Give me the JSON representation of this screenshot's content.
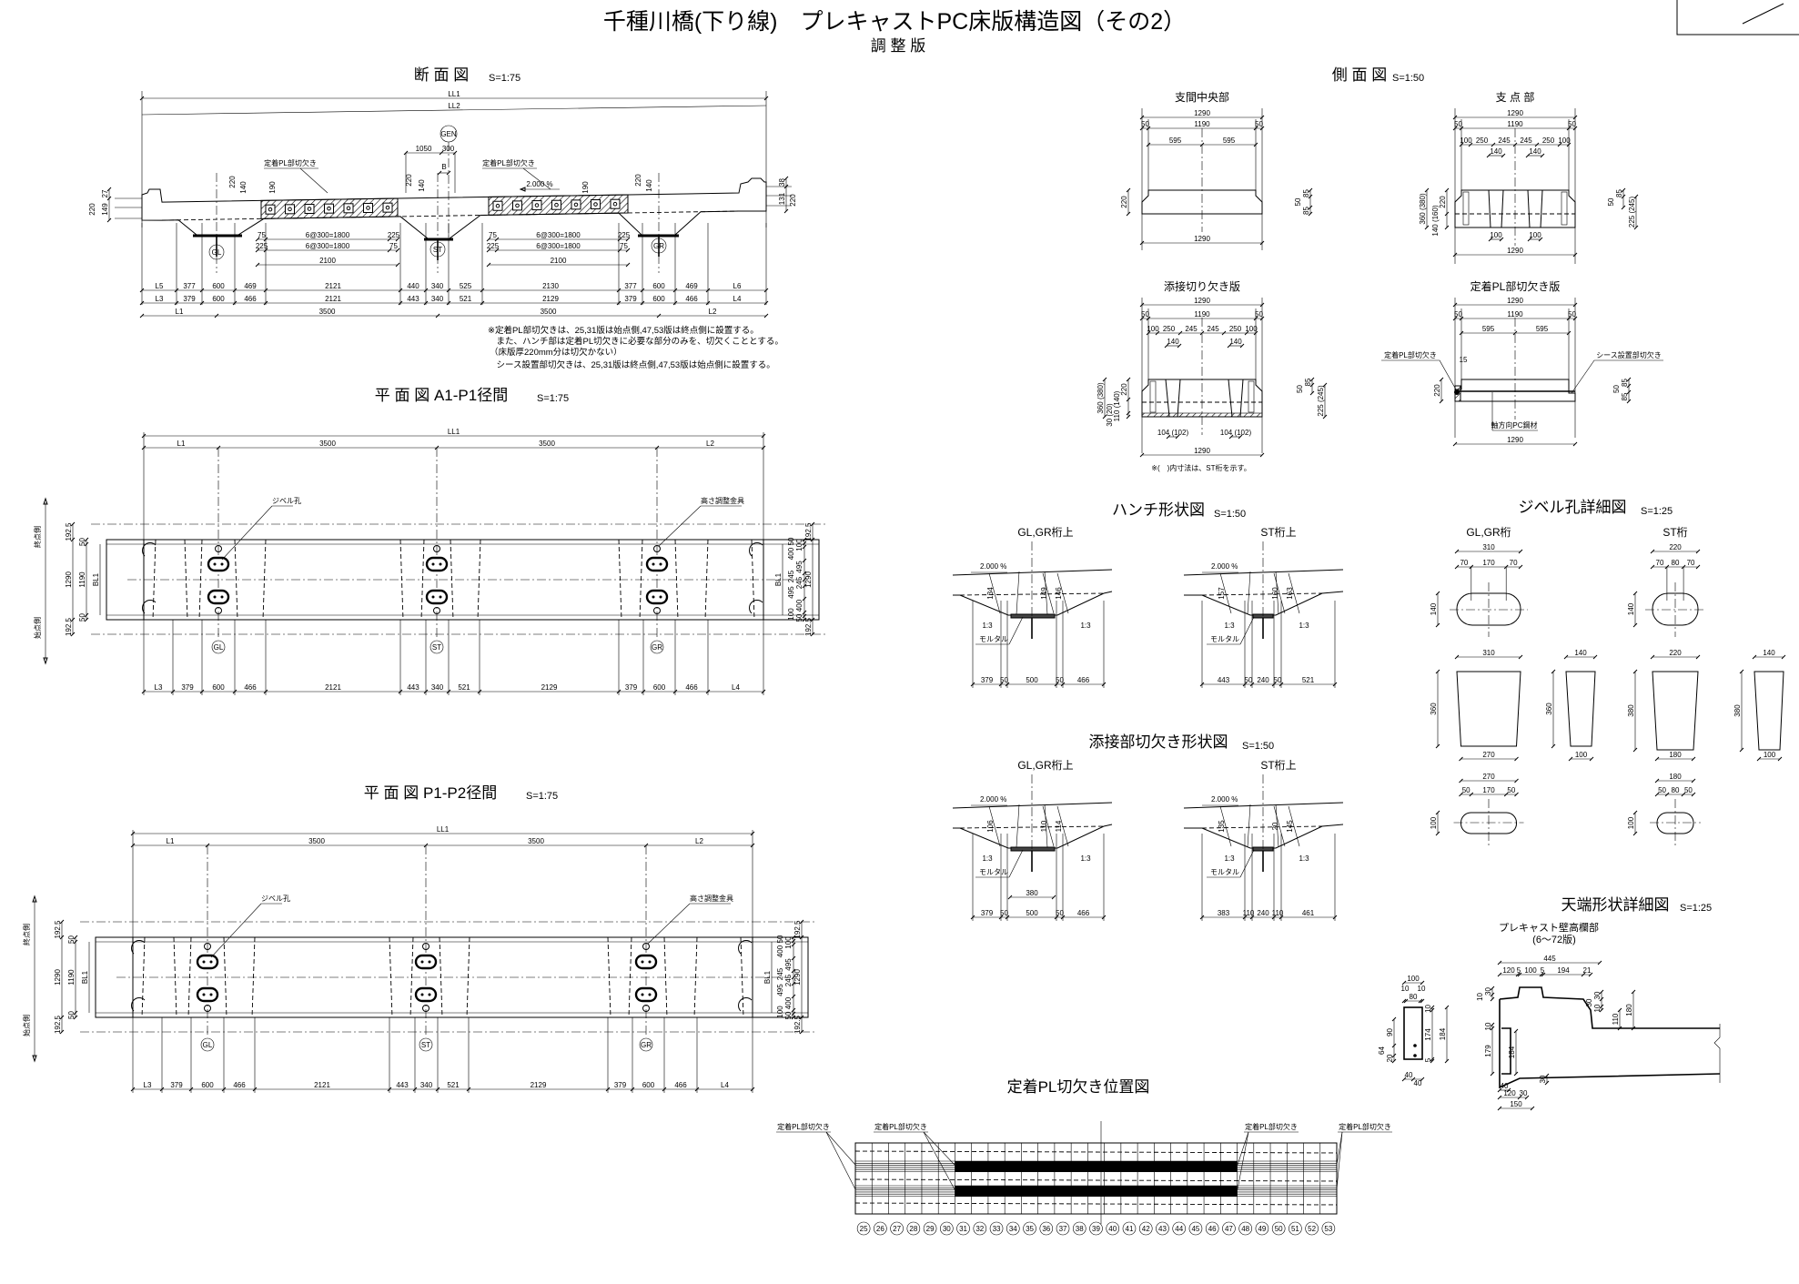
{
  "title": "千種川橋(下り線)　プレキャストPC床版構造図（その2）",
  "subtitle": "調 整 版",
  "cross_section": {
    "title": "断 面 図",
    "scale": "S=1:75",
    "ll1": "LL1",
    "ll2": "LL2",
    "gen": "GEN",
    "girders": [
      "GL",
      "ST",
      "GR"
    ],
    "callouts": [
      "定着PL部切欠き",
      "定着PL部切欠き"
    ],
    "slope": "2.000 %",
    "top_dims": [
      "1050",
      "300"
    ],
    "b_label": "B",
    "hatch_left_row1": [
      "75",
      "6@300=1800",
      "225"
    ],
    "hatch_left_row2": [
      "225",
      "6@300=1800",
      "75"
    ],
    "hatch_left_width": [
      "2100"
    ],
    "hatch_right_row1": [
      "75",
      "6@300=1800",
      "225"
    ],
    "hatch_right_row2": [
      "225",
      "6@300=1800",
      "75"
    ],
    "hatch_right_width": [
      "2100"
    ],
    "haunch_labels": [
      "220",
      "140",
      "190",
      "220",
      "140",
      "190",
      "220",
      "140"
    ],
    "left_end": [
      "27",
      "149",
      "220"
    ],
    "right_end": [
      "38",
      "131",
      "220"
    ],
    "row1": [
      "L5",
      "377",
      "600",
      "469",
      "2121",
      "440",
      "340",
      "525",
      "2130",
      "377",
      "600",
      "469",
      "L6"
    ],
    "row2": [
      "L3",
      "379",
      "600",
      "466",
      "2121",
      "443",
      "340",
      "521",
      "2129",
      "379",
      "600",
      "466",
      "L4"
    ],
    "row3": [
      "L1",
      "3500",
      "3500",
      "L2"
    ]
  },
  "notes": [
    "※定着PL部切欠きは、25,31版は始点側,47,53版は終点側に設置する。",
    "　また、ハンチ部は定着PL切欠きに必要な部分のみを、切欠くこととする。",
    "（床版厚220mm分は切欠かない）",
    "　シース設置部切欠きは、25,31版は終点側,47,53版は始点側に設置する。"
  ],
  "plan1": {
    "title": "平 面 図 A1-P1径間",
    "scale": "S=1:75",
    "ll1": [
      "LL1"
    ],
    "top": [
      "L1",
      "3500",
      "3500",
      "L2"
    ],
    "callouts": [
      "ジベル孔",
      "高さ調整金具"
    ],
    "sides": [
      "終点側",
      "始点側"
    ],
    "girders": [
      "GL",
      "ST",
      "GR"
    ],
    "bottom": [
      "L3",
      "379",
      "600",
      "466",
      "2121",
      "443",
      "340",
      "521",
      "2129",
      "379",
      "600",
      "466",
      "L4"
    ],
    "left_outer": [
      "192.5",
      "1290",
      "192.5"
    ],
    "left_inner": [
      "50",
      "1190",
      "50"
    ],
    "bl": [
      "BL1",
      "BL1"
    ],
    "right_inner": [
      "50",
      "100",
      "400",
      "495",
      "245",
      "245",
      "495",
      "400",
      "100",
      "50"
    ],
    "right_outer": [
      "192.5",
      "1290",
      "192.5"
    ]
  },
  "plan2": {
    "title": "平 面 図 P1-P2径間",
    "scale": "S=1:75",
    "ll1": [
      "LL1"
    ],
    "top": [
      "L1",
      "3500",
      "3500",
      "L2"
    ],
    "callouts": [
      "ジベル孔",
      "高さ調整金具"
    ],
    "sides": [
      "終点側",
      "始点側"
    ],
    "girders": [
      "GL",
      "ST",
      "GR"
    ],
    "bottom": [
      "L3",
      "379",
      "600",
      "466",
      "2121",
      "443",
      "340",
      "521",
      "2129",
      "379",
      "600",
      "466",
      "L4"
    ],
    "left_outer": [
      "192.5",
      "1290",
      "192.5"
    ],
    "left_inner": [
      "50",
      "1190",
      "50"
    ],
    "bl": [
      "BL1",
      "BL1"
    ],
    "right_inner": [
      "50",
      "100",
      "400",
      "495",
      "245",
      "245",
      "495",
      "400",
      "100",
      "50"
    ],
    "right_outer": [
      "192.5",
      "1290",
      "192.5"
    ]
  },
  "side_view": {
    "title": "側 面 図",
    "scale": "S=1:50",
    "mid": {
      "title": "支間中央部",
      "w": [
        "1290"
      ],
      "w2": [
        "50",
        "1190",
        "50"
      ],
      "w3": [
        "595",
        "595"
      ],
      "left": [
        "220"
      ],
      "right": [
        "85",
        "50",
        "85"
      ],
      "bottom": [
        "1290"
      ]
    },
    "support": {
      "title": "支 点 部",
      "w": [
        "1290"
      ],
      "w2": [
        "50",
        "1190",
        "50"
      ],
      "w3": [
        "100",
        "250",
        "245",
        "245",
        "250",
        "100"
      ],
      "c1": [
        "140"
      ],
      "c2": [
        "140"
      ],
      "b1": [
        "100"
      ],
      "b2": [
        "100"
      ],
      "left": [
        "220",
        "140 (160)"
      ],
      "left2": [
        "360 (380)"
      ],
      "right": [
        "85",
        "50"
      ],
      "right2": [
        "225 (245)"
      ],
      "bottom": [
        "1290"
      ]
    },
    "splice": {
      "title": "添接切り欠き版",
      "w": [
        "1290"
      ],
      "w2": [
        "50",
        "1190",
        "50"
      ],
      "w3": [
        "100",
        "250",
        "245",
        "245",
        "250",
        "100"
      ],
      "c1": [
        "140"
      ],
      "c2": [
        "140"
      ],
      "b1": [
        "104 (102)"
      ],
      "b2": [
        "104 (102)"
      ],
      "left": [
        "220",
        "110 (140)",
        "30 (20)"
      ],
      "left2": [
        "360 (380)"
      ],
      "right": [
        "85",
        "50"
      ],
      "right2": [
        "225 (245)"
      ],
      "bottom": [
        "1290"
      ]
    },
    "anchor": {
      "title": "定着PL部切欠き版",
      "w": [
        "1290"
      ],
      "w2": [
        "50",
        "1190",
        "50"
      ],
      "w3": [
        "595",
        "595"
      ],
      "small": "15",
      "callout_left": "定着PL部切欠き",
      "callout_right": "シース設置部切欠き",
      "pc": "軸方向PC鋼材",
      "left": [
        "220"
      ],
      "right": [
        "85",
        "50",
        "85"
      ],
      "bottom": [
        "1290"
      ]
    },
    "note": "※(　)内寸法は、ST桁を示す。"
  },
  "haunch": {
    "title": "ハンチ形状図",
    "scale": "S=1:50",
    "gl": {
      "label": "GL,GR桁上",
      "slope": "2.000 %",
      "ratio": [
        "1:3",
        "1:3"
      ],
      "mortar": "モルタル",
      "marks": [
        "134",
        "149",
        "146"
      ],
      "dims": [
        "379",
        "50",
        "500",
        "50",
        "466"
      ]
    },
    "st": {
      "label": "ST桁上",
      "slope": "2.000 %",
      "ratio": [
        "1:3",
        "1:3"
      ],
      "mortar": "モルタル",
      "marks": [
        "157",
        "160",
        "163"
      ],
      "dims": [
        "443",
        "50",
        "240",
        "50",
        "521"
      ]
    }
  },
  "splice_shape": {
    "title": "添接部切欠き形状図",
    "scale": "S=1:50",
    "gl": {
      "label": "GL,GR桁上",
      "slope": "2.000 %",
      "ratio": [
        "1:3",
        "1:3"
      ],
      "mortar": "モルタル",
      "marks": [
        "106",
        "110",
        "114"
      ],
      "inner": [
        "380"
      ],
      "dims": [
        "379",
        "50",
        "500",
        "50",
        "466"
      ]
    },
    "st": {
      "label": "ST桁上",
      "slope": "2.000 %",
      "ratio": [
        "1:3",
        "1:3"
      ],
      "mortar": "モルタル",
      "marks": [
        "135",
        "20",
        "145"
      ],
      "dims": [
        "383",
        "110",
        "240",
        "110",
        "461"
      ]
    }
  },
  "jibel": {
    "title": "ジベル孔詳細図",
    "scale": "S=1:25",
    "gl": {
      "label": "GL,GR桁",
      "top_w": [
        "310"
      ],
      "top_parts": [
        "70",
        "170",
        "70"
      ],
      "top_h": [
        "140"
      ],
      "trap_top": [
        "310"
      ],
      "trap_bot": [
        "270"
      ],
      "trap_h": [
        "360"
      ],
      "side_top": [
        "140"
      ],
      "side_bot": [
        "100"
      ],
      "side_h": [
        "360"
      ],
      "bot_w": [
        "270"
      ],
      "bot_parts": [
        "50",
        "170",
        "50"
      ],
      "bot_h": [
        "100"
      ]
    },
    "st": {
      "label": "ST桁",
      "top_w": [
        "220"
      ],
      "top_parts": [
        "70",
        "80",
        "70"
      ],
      "top_h": [
        "140"
      ],
      "trap_top": [
        "220"
      ],
      "trap_bot": [
        "180"
      ],
      "trap_h": [
        "380"
      ],
      "side_top": [
        "140"
      ],
      "side_bot": [
        "100"
      ],
      "side_h": [
        "380"
      ],
      "bot_w": [
        "180"
      ],
      "bot_parts": [
        "50",
        "80",
        "50"
      ],
      "bot_h": [
        "100"
      ]
    }
  },
  "top_end": {
    "title": "天端形状詳細図",
    "scale": "S=1:25",
    "subtitle": "プレキャスト壁高欄部",
    "range": "(6〜72版)",
    "box_top": [
      "100"
    ],
    "box_parts": [
      "10",
      "80",
      "10"
    ],
    "box_left": [
      "90",
      "64",
      "20"
    ],
    "box_right": [
      "10",
      "174",
      "5"
    ],
    "box_right2": [
      "184"
    ],
    "box_bottom": [
      "40",
      "40"
    ],
    "overall": [
      "445"
    ],
    "top_parts": [
      "120",
      "5",
      "100",
      "5",
      "194",
      "21"
    ],
    "left": [
      "30",
      "10"
    ],
    "left2": [
      "10",
      "179"
    ],
    "inner": [
      "184"
    ],
    "right": [
      "30",
      "30",
      "10"
    ],
    "right2": [
      "110"
    ],
    "right3": [
      "180"
    ],
    "bottom_small": [
      "40"
    ],
    "bottom_v": [
      "30"
    ],
    "bottom_parts": [
      "120",
      "30"
    ],
    "bottom_total": [
      "150"
    ]
  },
  "anchor_position": {
    "title": "定着PL切欠き位置図",
    "callouts": [
      "定着PL部切欠き",
      "定着PL部切欠き",
      "定着PL部切欠き",
      "定着PL部切欠き"
    ],
    "panels": [
      "25",
      "26",
      "27",
      "28",
      "29",
      "30",
      "31",
      "32",
      "33",
      "34",
      "35",
      "36",
      "37",
      "38",
      "39",
      "40",
      "41",
      "42",
      "43",
      "44",
      "45",
      "46",
      "47",
      "48",
      "49",
      "50",
      "51",
      "52",
      "53"
    ],
    "cut_range": [
      "31",
      "47"
    ]
  }
}
